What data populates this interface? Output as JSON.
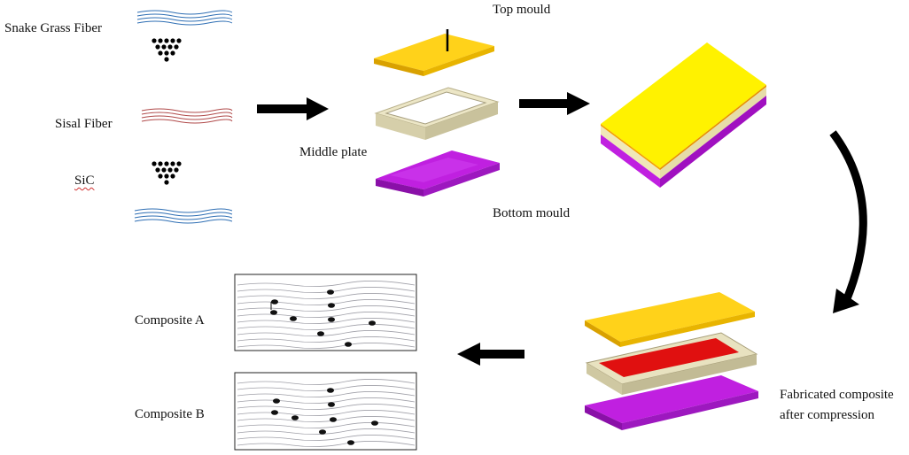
{
  "materials": {
    "snake_grass": {
      "label": "Snake Grass Fiber",
      "color": "#2f6fb4"
    },
    "sisal": {
      "label": "Sisal Fiber",
      "color": "#b04a4a"
    },
    "sic": {
      "label": "SiC"
    }
  },
  "mould": {
    "top_label": "Top mould",
    "middle_label": "Middle plate",
    "bottom_label": "Bottom mould",
    "colors": {
      "top": "#f5c518",
      "middle": "#e8e2c0",
      "bottom": "#b020d0",
      "fill": "#e01010"
    }
  },
  "fabricated": {
    "line1": "Fabricated composite",
    "line2": "after compression"
  },
  "composites": [
    {
      "label": "Composite A"
    },
    {
      "label": "Composite B"
    }
  ]
}
